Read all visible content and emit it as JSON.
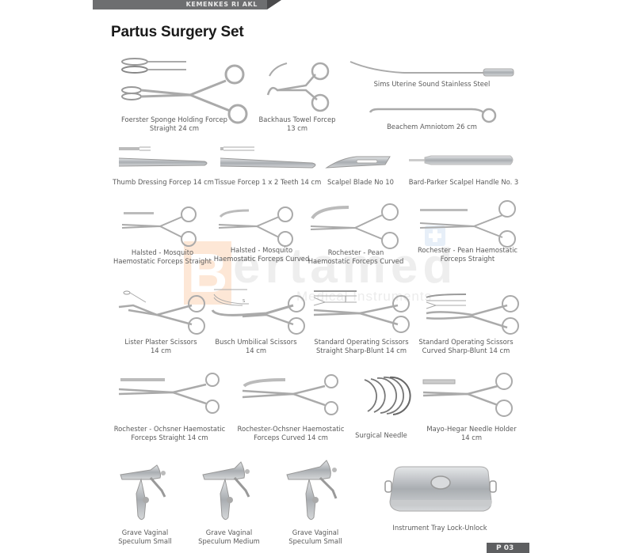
{
  "header": {
    "registration_label": "KEMENKES RI AKL"
  },
  "page_title": "Partus Surgery Set",
  "watermark": {
    "brand_initial": "B",
    "brand_rest": "ertamed",
    "tagline": "Medical Instruments"
  },
  "page_number_label": "P 03",
  "items": [
    {
      "name": "Foerster Sponge Holding Forcep",
      "detail": "Straight 24 cm"
    },
    {
      "name": "Backhaus Towel Forcep",
      "detail": "13 cm"
    },
    {
      "name": "Sims Uterine Sound Stainless Steel",
      "detail": ""
    },
    {
      "name": "Beachem Amniotom 26 cm",
      "detail": ""
    },
    {
      "name": "Thumb Dressing Forcep 14  cm",
      "detail": ""
    },
    {
      "name": "Tissue Forcep 1 x 2 Teeth 14 cm",
      "detail": ""
    },
    {
      "name": "Scalpel Blade No 10",
      "detail": ""
    },
    {
      "name": "Bard-Parker Scalpel Handle No. 3",
      "detail": ""
    },
    {
      "name": "Halsted - Mosquito",
      "detail": "Haemostatic Forceps Straight"
    },
    {
      "name": "Halsted - Mosquito",
      "detail": "Haemostatic Forceps Curved"
    },
    {
      "name": "Rochester - Pean",
      "detail": "Haemostatic Forceps Curved"
    },
    {
      "name": "Rochester - Pean Haemostatic",
      "detail": "Forceps Straight"
    },
    {
      "name": "Lister Plaster Scissors",
      "detail": "14 cm"
    },
    {
      "name": "Busch Umbilical Scissors",
      "detail": "14 cm"
    },
    {
      "name": "Standard Operating Scissors",
      "detail": "Straight Sharp-Blunt 14 cm"
    },
    {
      "name": "Standard Operating Scissors",
      "detail": "Curved Sharp-Blunt 14 cm"
    },
    {
      "name": "Rochester - Ochsner Haemostatic",
      "detail": "Forceps Straight 14 cm"
    },
    {
      "name": "Rochester-Ochsner Haemostatic",
      "detail": "Forceps Curved 14 cm"
    },
    {
      "name": "Surgical Needle",
      "detail": ""
    },
    {
      "name": "Mayo-Hegar Needle Holder",
      "detail": "14 cm"
    },
    {
      "name": "Grave Vaginal",
      "detail": "Speculum Small"
    },
    {
      "name": "Grave Vaginal",
      "detail": "Speculum Medium"
    },
    {
      "name": "Grave Vaginal",
      "detail": "Speculum Small"
    },
    {
      "name": "Instrument Tray Lock-Unlock",
      "detail": ""
    }
  ]
}
